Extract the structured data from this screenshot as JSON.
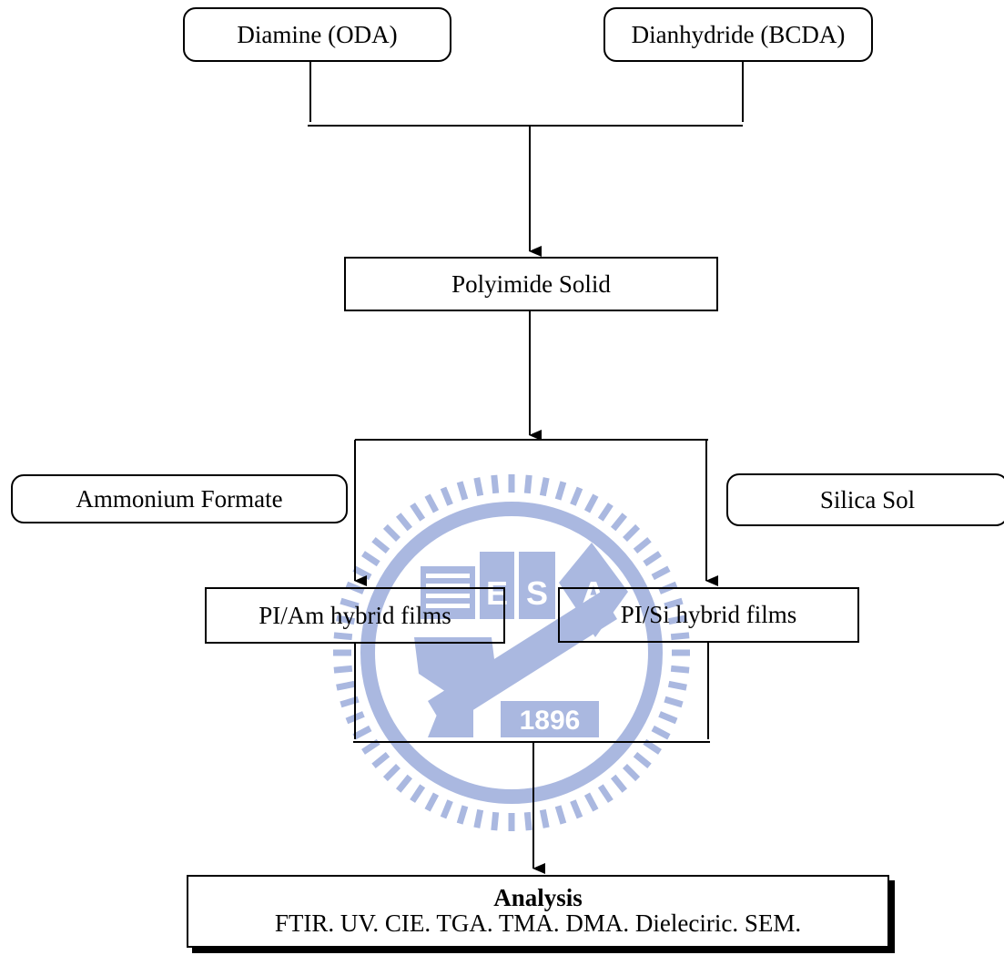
{
  "nodes": {
    "diamine": "Diamine (ODA)",
    "dianhydride": "Dianhydride (BCDA)",
    "polyimide": "Polyimide Solid",
    "ammonium": "Ammonium Formate",
    "silica": "Silica Sol",
    "pi_am": "PI/Am hybrid films",
    "pi_si": "PI/Si hybrid films",
    "analysis_title": "Analysis",
    "analysis_methods": "FTIR. UV. CIE. TGA. TMA. DMA. Dieleciric. SEM."
  },
  "watermark": {
    "year": "1896",
    "letters": [
      "E",
      "S",
      "A"
    ],
    "color": "#aab8e0"
  },
  "colors": {
    "line": "#000000",
    "background": "#ffffff"
  }
}
